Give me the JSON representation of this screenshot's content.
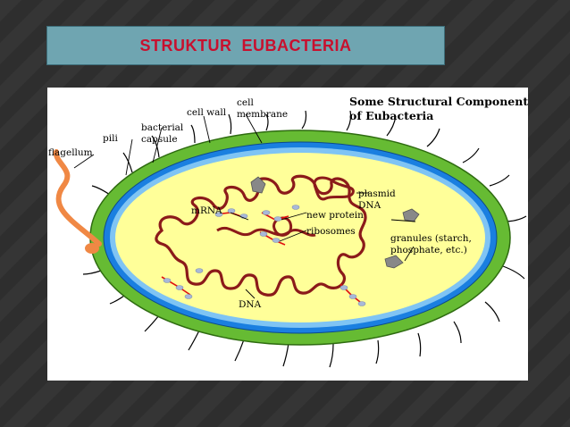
{
  "slide": {
    "title": "STRUKTUR  EUBACTERIA",
    "title_color": "#c8102e",
    "title_bg": "#6fa5b1",
    "background": "#2c2c2c"
  },
  "diagram": {
    "heading_line1": "Some Structural Components",
    "heading_line2": "of Eubacteria",
    "labels": {
      "flagellum": "flagellum",
      "pili": "pili",
      "capsule_line1": "bacterial",
      "capsule_line2": "capsule",
      "cell_wall": "cell wall",
      "membrane_line1": "cell",
      "membrane_line2": "membrane",
      "plasmid_line1": "plasmid",
      "plasmid_line2": "DNA",
      "mrna": "mRNA",
      "new_protein": "new protein",
      "ribosomes": "ribosomes",
      "granules_line1": "granules (starch,",
      "granules_line2": "phosphate, etc.)",
      "dna": "DNA"
    },
    "colors": {
      "capsule": "#66bb33",
      "membrane": "#1a7fe0",
      "cytoplasm": "#ffff99",
      "flagellum": "#f08844",
      "dna": "#8b1a1a",
      "mrna": "#e01010",
      "ribosome": "#a8b8d8",
      "granule": "#888888"
    }
  }
}
